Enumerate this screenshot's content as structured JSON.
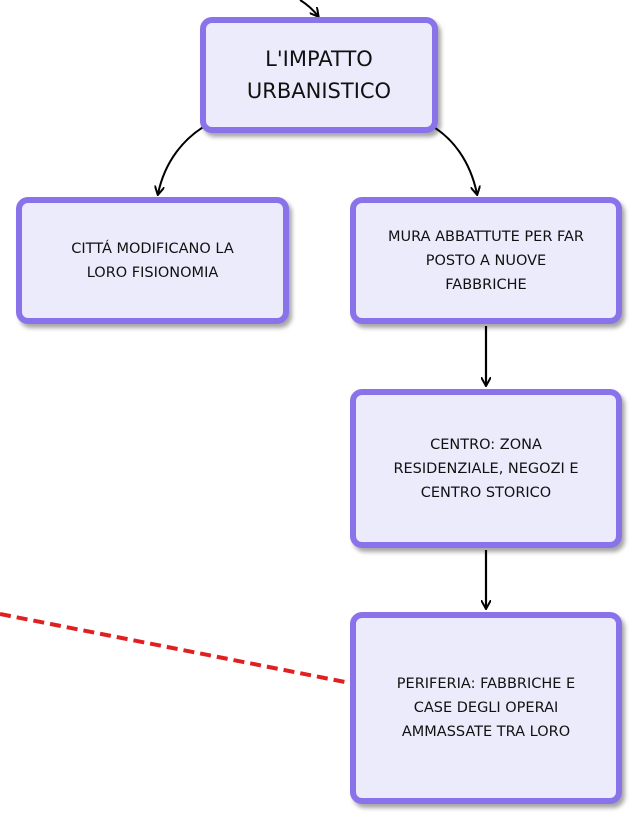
{
  "diagram": {
    "nodes": {
      "main": "L'IMPATTO\nURBANISTICO",
      "citta": "CITTÁ MODIFICANO LA\nLORO FISIONOMIA",
      "mura": "MURA ABBATTUTE PER FAR\nPOSTO A NUOVE\nFABBRICHE",
      "centro": "CENTRO: ZONA\nRESIDENZIALE, NEGOZI E\nCENTRO STORICO",
      "periferia": "PERIFERIA: FABBRICHE E\nCASE DEGLI OPERAI\nAMMASSATE TRA LORO"
    },
    "colors": {
      "node_fill": "#ecebfb",
      "node_border": "#8a73ea",
      "arrow": "#000000",
      "dashed_link": "#e02020"
    }
  }
}
